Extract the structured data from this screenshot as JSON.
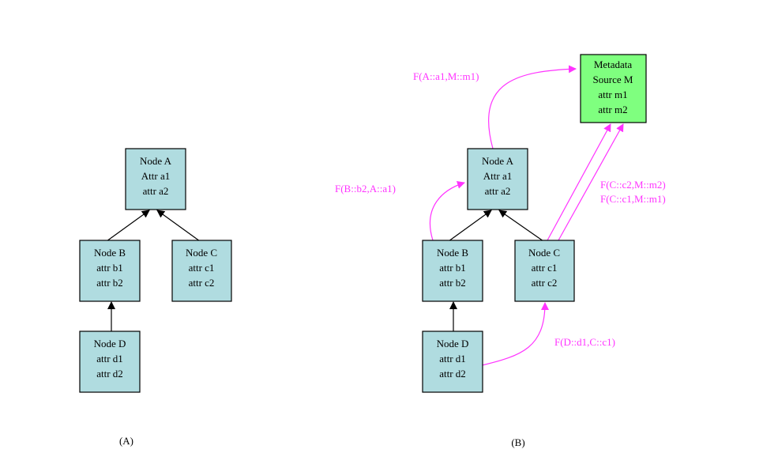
{
  "colors": {
    "node_fill": "#b0dce0",
    "metadata_fill": "#7fff7f",
    "mapping_color": "#ff33ff",
    "edge_color": "#000000"
  },
  "panel_a": {
    "caption": "(A)",
    "nodes": {
      "a": [
        "Node A",
        "Attr a1",
        "attr a2"
      ],
      "b": [
        "Node B",
        "attr b1",
        "attr b2"
      ],
      "c": [
        "Node C",
        "attr c1",
        "attr c2"
      ],
      "d": [
        "Node D",
        "attr d1",
        "attr d2"
      ]
    }
  },
  "panel_b": {
    "caption": "(B)",
    "nodes": {
      "a": [
        "Node A",
        "Attr a1",
        "attr a2"
      ],
      "b": [
        "Node B",
        "attr b1",
        "attr b2"
      ],
      "c": [
        "Node C",
        "attr c1",
        "attr c2"
      ],
      "d": [
        "Node D",
        "attr d1",
        "attr d2"
      ],
      "m": [
        "Metadata",
        "Source M",
        "attr m1",
        "attr m2"
      ]
    },
    "mappings": {
      "a_to_m": "F(A::a1,M::m1)",
      "b_to_a": "F(B::b2,A::a1)",
      "c_to_m_2": "F(C::c2,M::m2)",
      "c_to_m_1": "F(C::c1,M::m1)",
      "d_to_c": "F(D::d1,C::c1)"
    }
  }
}
